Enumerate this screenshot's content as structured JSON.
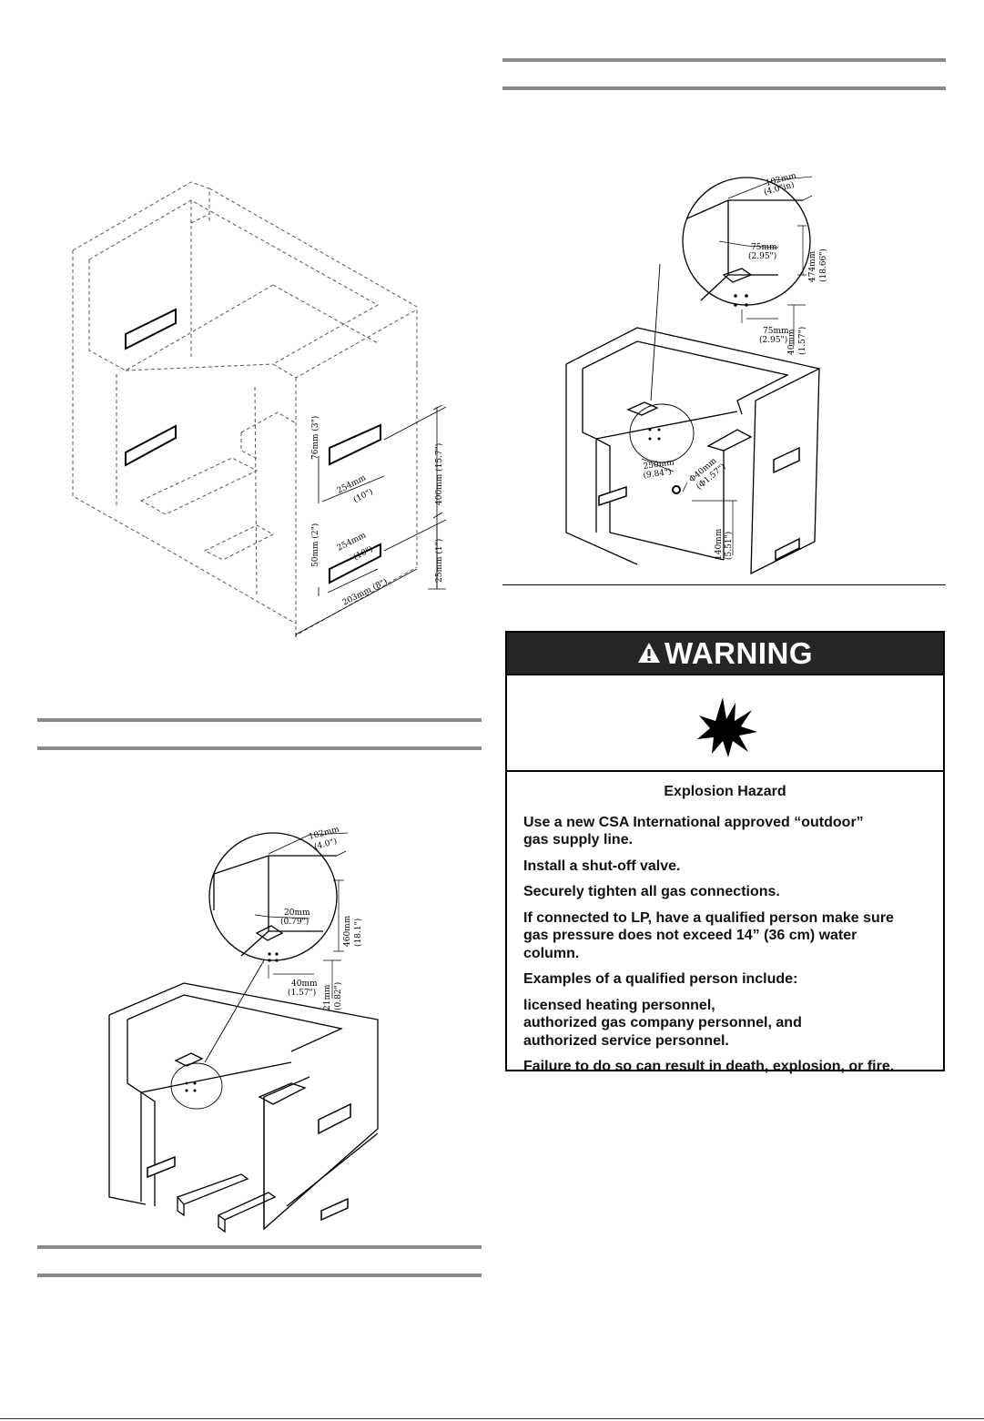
{
  "figure_top_left": {
    "dims": {
      "h76": "76mm (3\")",
      "w254a": "254mm",
      "w254a_in": "(10\")",
      "h400": "400mm (15.7\")",
      "h50": "50mm (2\")",
      "w254b": "254mm",
      "w254b_in": "(10\")",
      "w203": "203mm (8\")",
      "h25": "25mm (1\")"
    }
  },
  "figure_top_right": {
    "dims": {
      "d102": "102mm",
      "d102_in": "(4.0\"in)",
      "d75a": "75mm",
      "d75a_in": "(2.95\")",
      "d474": "474mm",
      "d474_in": "(18.66\")",
      "d75b": "75mm",
      "d75b_in": "(2.95\")",
      "d40a": "40mm",
      "d40a_in": "(1.57\")",
      "d250": "250mm",
      "d250_in": "(9.84\")",
      "phi40": "Φ40mm",
      "phi40_in": "(Φ1.57\")",
      "d140": "140mm",
      "d140_in": "(5.51\")"
    }
  },
  "figure_bottom_left": {
    "dims": {
      "d102": "102mm",
      "d102_in": "(4.0\")",
      "d20": "20mm",
      "d20_in": "(0.79\")",
      "d460": "460mm",
      "d460_in": "(18.1\")",
      "d40": "40mm",
      "d40_in": "(1.57\")",
      "d21": "21mm",
      "d21_in": "(0.82\")"
    }
  },
  "warning": {
    "header": "WARNING",
    "icon": "explosion-icon",
    "title": "Explosion Hazard",
    "line1a": "Use a new CSA International approved “outdoor”",
    "line1b": "gas supply line.",
    "line2": "Install a shut-off valve.",
    "line3": "Securely tighten all gas connections.",
    "line4a": "If connected to LP, have a qualified person make sure",
    "line4b": "gas pressure does not exceed 14” (36 cm) water",
    "line4c": "column.",
    "line5": "Examples of a qualified person include:",
    "line6a": "licensed heating personnel,",
    "line6b": "authorized gas company personnel, and",
    "line6c": "authorized service personnel.",
    "line7": "Failure to do so can result in death, explosion, or fire."
  }
}
